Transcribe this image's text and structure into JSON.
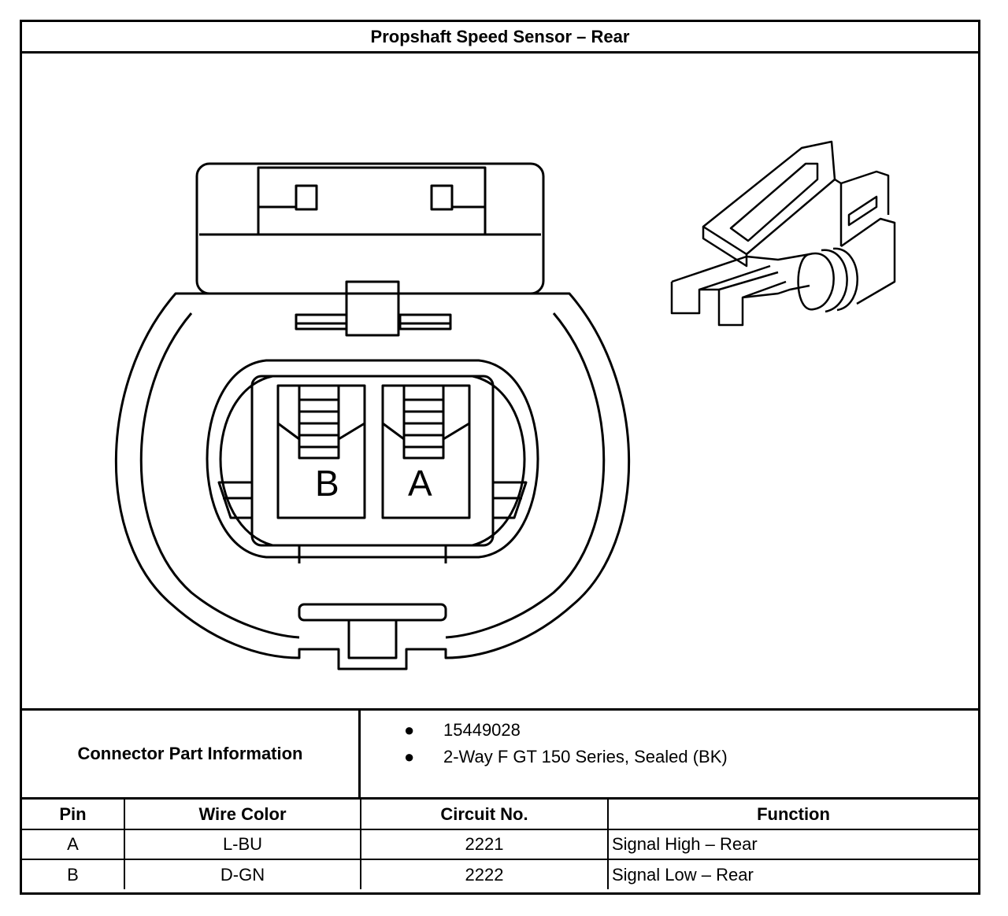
{
  "title": "Propshaft Speed Sensor – Rear",
  "connector_face": {
    "pin_labels": [
      "B",
      "A"
    ]
  },
  "connector_info": {
    "label": "Connector Part Information",
    "items": [
      "15449028",
      "2-Way F GT 150 Series, Sealed (BK)"
    ]
  },
  "pin_table": {
    "headers": [
      "Pin",
      "Wire Color",
      "Circuit No.",
      "Function"
    ],
    "rows": [
      [
        "A",
        "L-BU",
        "2221",
        "Signal High – Rear"
      ],
      [
        "B",
        "D-GN",
        "2222",
        "Signal Low – Rear"
      ]
    ]
  }
}
